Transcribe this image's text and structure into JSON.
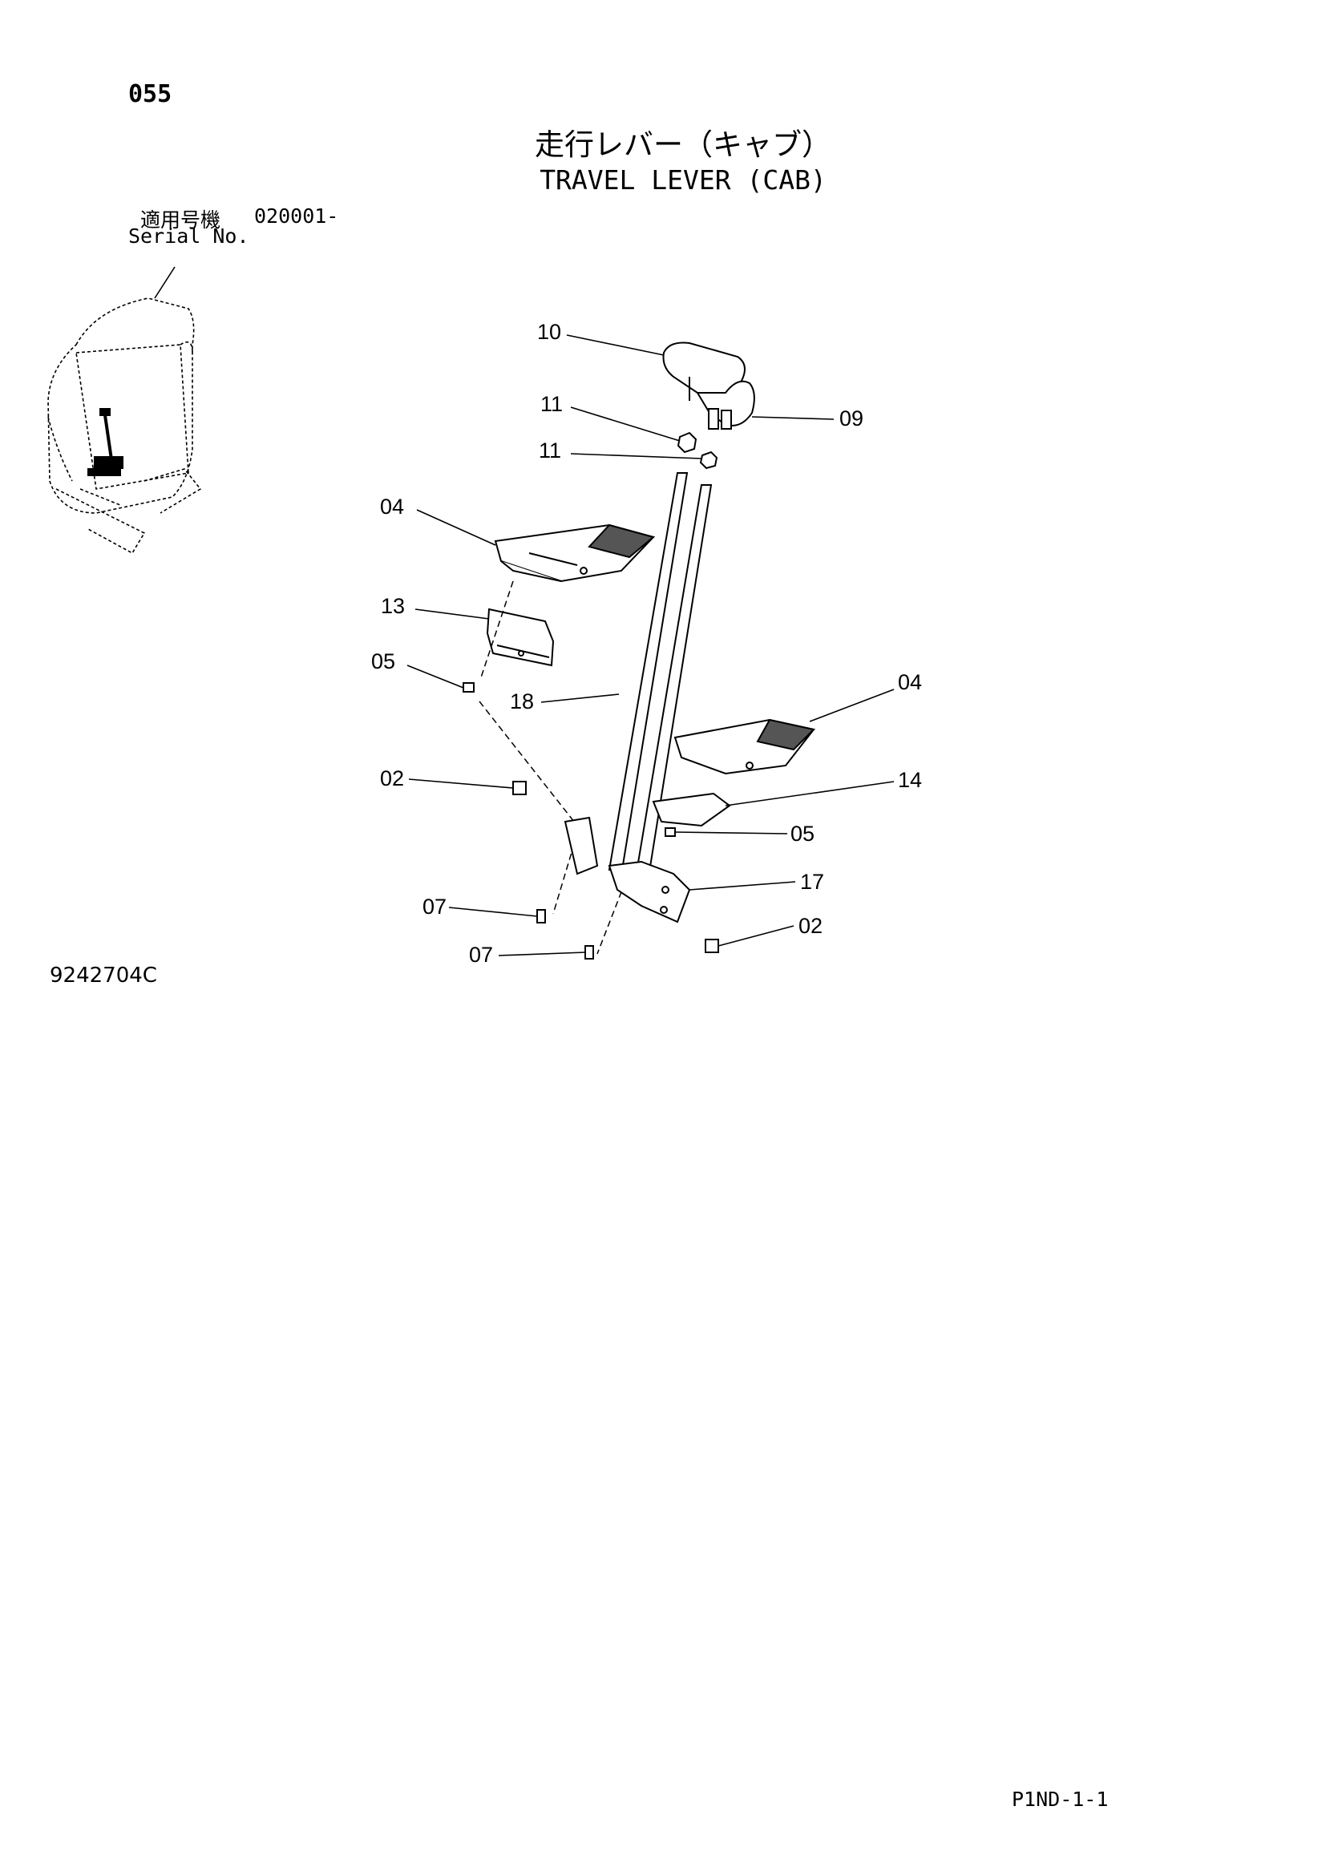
{
  "header": {
    "page_number": "055",
    "title_jp": "走行レバー（キャブ）",
    "title_en": "TRAVEL LEVER (CAB)",
    "serial_label_jp": "適用号機",
    "serial_number": "020001-",
    "serial_label_en": "Serial No."
  },
  "diagram": {
    "callouts": {
      "c10": "10",
      "c09": "09",
      "c11a": "11",
      "c11b": "11",
      "c04a": "04",
      "c13": "13",
      "c05a": "05",
      "c18": "18",
      "c04b": "04",
      "c02a": "02",
      "c14": "14",
      "c05b": "05",
      "c17": "17",
      "c07a": "07",
      "c02b": "02",
      "c07b": "07"
    }
  },
  "footer": {
    "drawing_number": "9242704C",
    "page_ref": "P1ND-1-1"
  }
}
